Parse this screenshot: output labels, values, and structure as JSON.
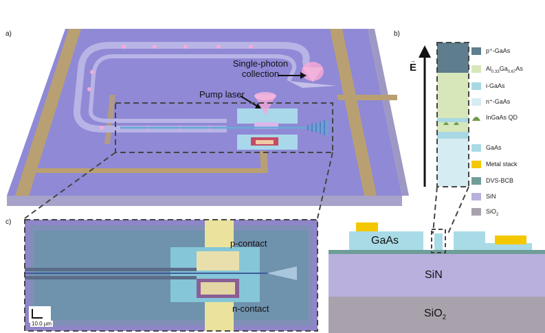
{
  "panels": {
    "a": "a)",
    "b": "b)",
    "c": "c)"
  },
  "panel_a": {
    "single_photon_line1": "Single-photon",
    "single_photon_line2": "collection",
    "pump_laser": "Pump laser"
  },
  "panel_b": {
    "field_symbol": "E",
    "legend_top": [
      {
        "label": "p⁺-GaAs",
        "color": "#5e7d8d"
      },
      {
        "label": "Al0.33Ga0.67As",
        "color": "#d8e7b9"
      },
      {
        "label": "i-GaAs",
        "color": "#a8d8e4"
      },
      {
        "label": "n⁺-GaAs",
        "color": "#d6ecf3"
      },
      {
        "label": "InGaAs QD",
        "color": "#6f9a4b"
      }
    ],
    "legend_bottom": [
      {
        "label": "GaAs",
        "color": "#a9dbe6"
      },
      {
        "label": "Metal stack",
        "color": "#f3c800"
      },
      {
        "label": "DVS-BCB",
        "color": "#6f9e9a"
      },
      {
        "label": "SiN",
        "color": "#b9b0de"
      },
      {
        "label": "SiO2",
        "color": "#a9a2ad"
      }
    ],
    "cross_section": {
      "gaas": "GaAs",
      "sin": "SiN",
      "sio2": "SiO",
      "sio2_sub": "2"
    }
  },
  "panel_c": {
    "p_contact": "p-contact",
    "n_contact": "n-contact",
    "scale_bar": "10.0 µm"
  }
}
